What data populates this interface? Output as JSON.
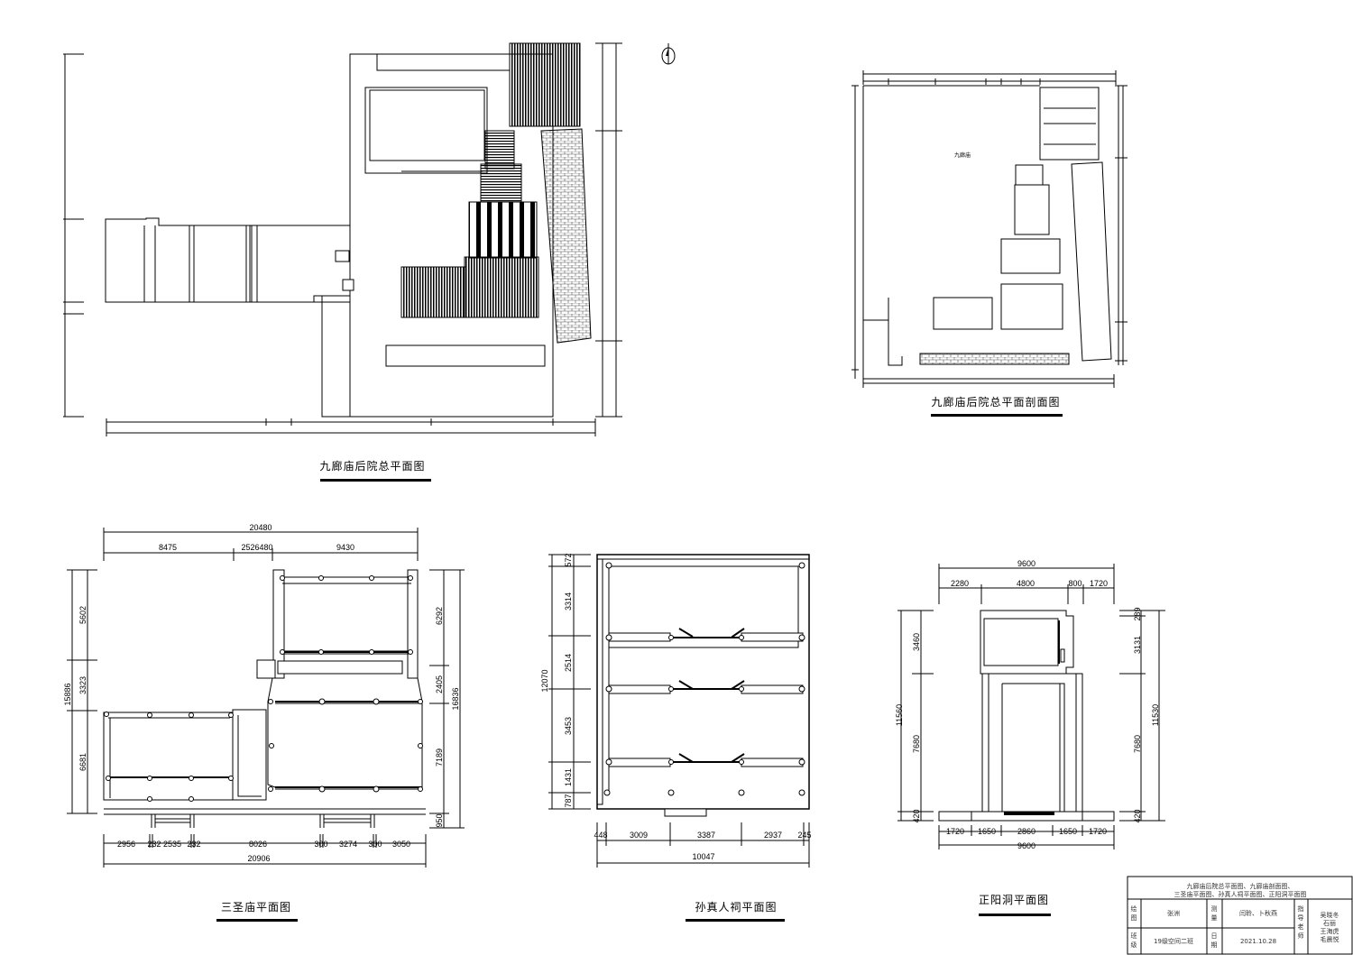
{
  "drawings": {
    "site_plan": {
      "title": "九廊庙后院总平面图",
      "compass": "north-arrow"
    },
    "site_section": {
      "title": "九廊庙后院总平面剖面图",
      "room_label": "九廊庙"
    },
    "sansheng": {
      "title": "三圣庙平面图",
      "dims_top": {
        "overall": "20480",
        "parts": [
          "8475",
          "2526480",
          "9430"
        ]
      },
      "dims_left": {
        "overall": "15886",
        "parts": [
          "5602",
          "3323",
          "6681"
        ]
      },
      "dims_right": {
        "overall": "16836",
        "parts": [
          "6292",
          "2405",
          "7189",
          "950"
        ]
      },
      "dims_bottom": {
        "overall": "20906",
        "parts": [
          "2956",
          "232",
          "2535",
          "232",
          "8026",
          "300",
          "3274",
          "300",
          "3050"
        ]
      }
    },
    "sunzhenren": {
      "title": "孙真人祠平面图",
      "dims_left": {
        "overall": "12070",
        "parts": [
          "572",
          "3314",
          "2514",
          "3453",
          "1431",
          "787"
        ]
      },
      "dims_bottom": {
        "overall": "10047",
        "parts": [
          "448",
          "3009",
          "3387",
          "2937",
          "245"
        ]
      }
    },
    "zhengyang": {
      "title": "正阳洞平面图",
      "dims_top": {
        "overall": "9600",
        "parts": [
          "2280",
          "4800",
          "800",
          "1720"
        ]
      },
      "dims_left": {
        "overall": "11560",
        "parts": [
          "3460",
          "7680",
          "420"
        ]
      },
      "dims_right": {
        "overall": "11530",
        "parts": [
          "289",
          "3131",
          "7680",
          "420"
        ]
      },
      "dims_bottom": {
        "overall": "9600",
        "parts": [
          "1720",
          "1650",
          "2860",
          "1650",
          "1720"
        ]
      }
    }
  },
  "title_block": {
    "sheet_title_line1": "九廊庙后院总平面图、九廊庙剖面图、",
    "sheet_title_line2": "三圣庙平面图、孙真人祠平面图、正阳洞平面图",
    "drawn_by_label": [
      "绘",
      "图"
    ],
    "drawn_by": "张洲",
    "survey_label": [
      "测",
      "量"
    ],
    "surveyors": "闫聆、卜秋燕",
    "advisor_label": [
      "指",
      "导",
      "老",
      "师"
    ],
    "advisors": [
      "吴晓冬",
      "石丽",
      "王海虎",
      "毛晨悦"
    ],
    "class_label": [
      "班",
      "级"
    ],
    "class": "19级空间二班",
    "date_label": [
      "日",
      "期"
    ],
    "date": "2021.10.28"
  }
}
